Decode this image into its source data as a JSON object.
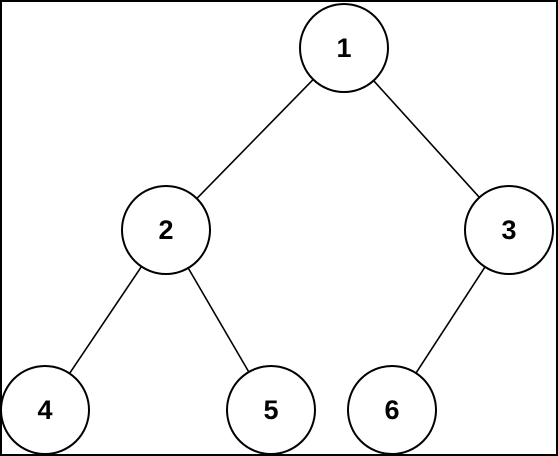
{
  "tree": {
    "nodes": [
      {
        "id": "n1",
        "label": "1"
      },
      {
        "id": "n2",
        "label": "2"
      },
      {
        "id": "n3",
        "label": "3"
      },
      {
        "id": "n4",
        "label": "4"
      },
      {
        "id": "n5",
        "label": "5"
      },
      {
        "id": "n6",
        "label": "6"
      }
    ],
    "edges": [
      {
        "from": "n1",
        "to": "n2"
      },
      {
        "from": "n1",
        "to": "n3"
      },
      {
        "from": "n2",
        "to": "n4"
      },
      {
        "from": "n2",
        "to": "n5"
      },
      {
        "from": "n3",
        "to": "n6"
      }
    ]
  }
}
